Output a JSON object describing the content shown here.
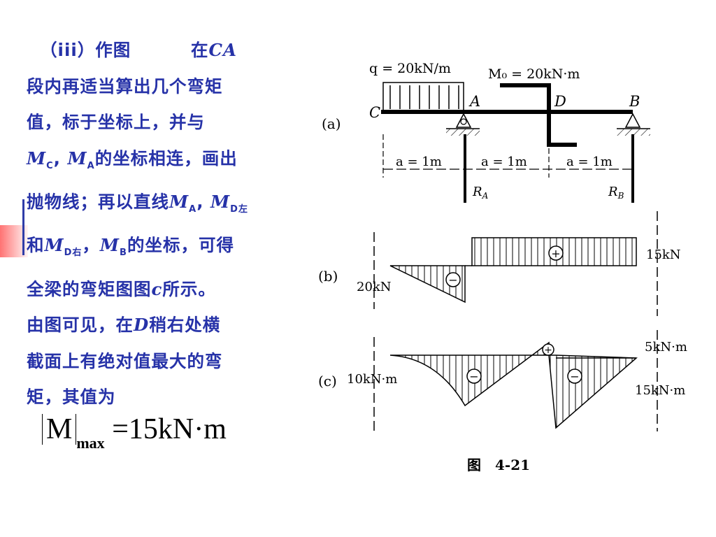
{
  "text": {
    "heading_prefix": "（iii）作图",
    "heading_suffix": "在",
    "ca": "CA",
    "line2": "段内再适当算出几个弯矩",
    "line3": "值，标于坐标上，并与",
    "mc": "M",
    "mc_sub": "C",
    "ma": "M",
    "ma_sub": "A",
    "line4_rest": "的坐标相连，画出",
    "line5_a": "抛物线；再以直线",
    "ma2": "M",
    "ma2_sub": "A",
    "md": "M",
    "md_sub": "D左",
    "he": "和",
    "md2": "M",
    "md2_sub": "D右",
    "mb": "M",
    "mb_sub": "B",
    "line6_rest": "的坐标，可得",
    "line7_a": "全梁的弯矩图图",
    "c": "c",
    "line7_b": "所示。",
    "line8_a": "由图可见，在",
    "d": "D",
    "line8_b": "稍右处横",
    "line9": "截面上有绝对值最大的弯",
    "line10": "矩，其值为"
  },
  "formula": {
    "var": "M",
    "sub": "max",
    "rhs": "=15kN·m"
  },
  "figure": {
    "a_label": "(a)",
    "b_label": "(b)",
    "c_label": "(c)",
    "q_label": "q = 20kN/m",
    "m0_label": "M₀ = 20kN·m",
    "point_c": "C",
    "point_a": "A",
    "point_d": "D",
    "point_b": "B",
    "span1": "a = 1m",
    "span2": "a = 1m",
    "span3": "a = 1m",
    "ra": "R",
    "ra_sub": "A",
    "rb": "R",
    "rb_sub": "B",
    "shear_neg": "20kN",
    "shear_pos": "15kN",
    "moment_pos": "5kN·m",
    "moment_neg1": "10kN·m",
    "moment_neg2": "15kN·m",
    "plus": "+",
    "minus": "−",
    "caption": "图　4-21"
  }
}
